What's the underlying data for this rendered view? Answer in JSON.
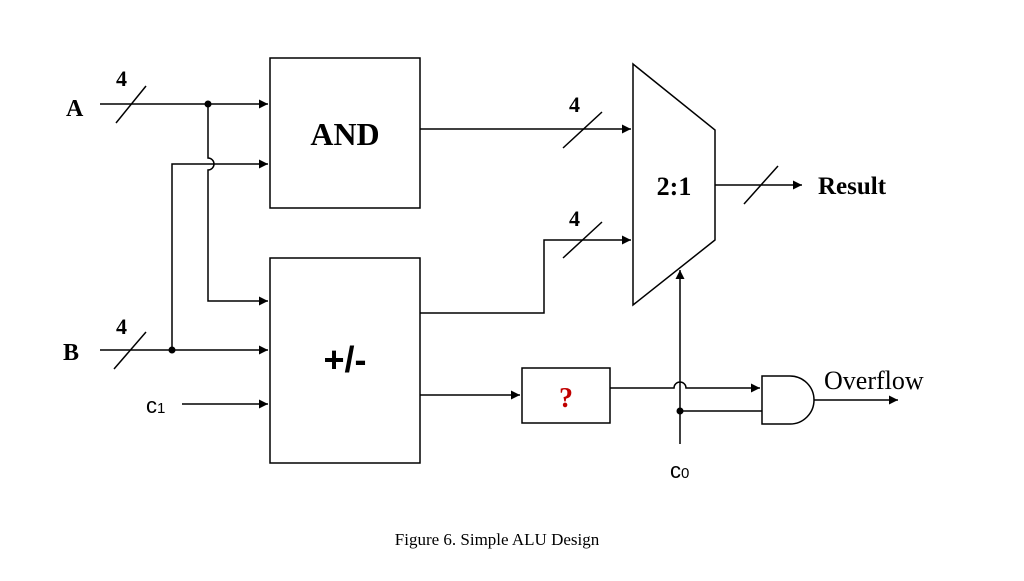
{
  "labels": {
    "input_a": "A",
    "input_b": "B",
    "bus_width_a": "4",
    "bus_width_b": "4",
    "bus_width_and_out": "4",
    "bus_width_addsub_out": "4",
    "and_block": "AND",
    "addsub_block": "+/-",
    "mux_block": "2:1",
    "unknown_block": "?",
    "result_output": "Result",
    "overflow_output": "Overflow",
    "control_c1": "c1",
    "control_c0": "c0",
    "caption": "Figure 6. Simple ALU Design"
  },
  "colors": {
    "line": "#000000",
    "question_mark": "#c00000"
  }
}
